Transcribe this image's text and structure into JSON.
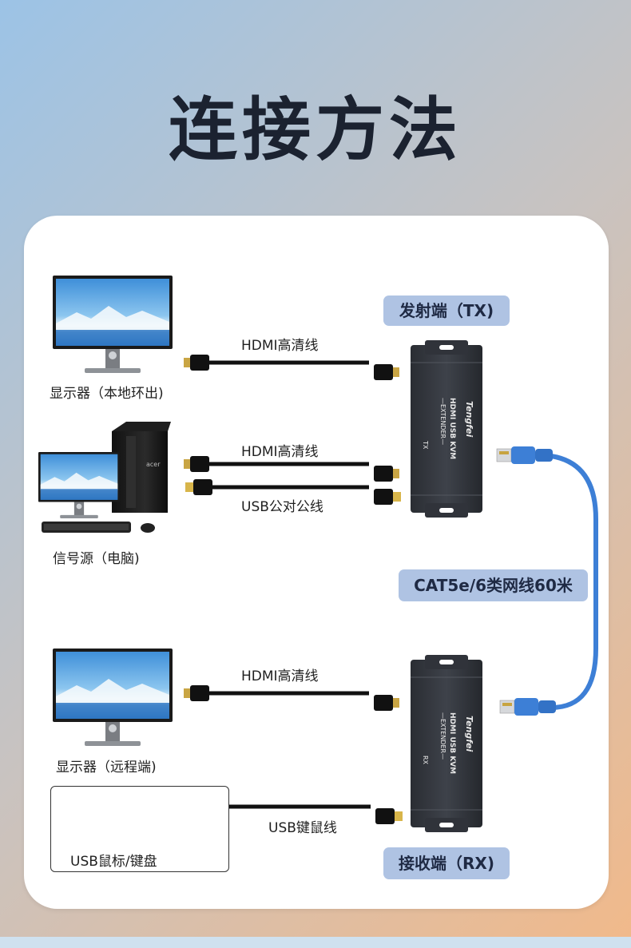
{
  "title": "连接方法",
  "tx_box_label": "发射端（TX)",
  "rx_box_label": "接收端（RX)",
  "network_cable_label": "CAT5e/6类网线60米",
  "cables": {
    "hdmi_top": "HDMI高清线",
    "hdmi_source": "HDMI高清线",
    "usb_source": "USB公对公线",
    "hdmi_remote": "HDMI高清线",
    "usb_km": "USB键鼠线"
  },
  "devices": {
    "local_monitor": "显示器（本地环出)",
    "source_pc": "信号源（电脑)",
    "remote_monitor": "显示器（远程端)",
    "usb_km": "USB鼠标/键盘"
  },
  "extender_text": {
    "brand": "Tengfei",
    "product_line1": "HDMI USB KVM",
    "product_line2": "—EXTENDER—",
    "tx": "TX",
    "rx": "RX"
  },
  "pc_brand": "acer",
  "colors": {
    "pill_bg": "#afc3e3",
    "network_cable": "#3d7fd6",
    "title": "#1b2230"
  }
}
